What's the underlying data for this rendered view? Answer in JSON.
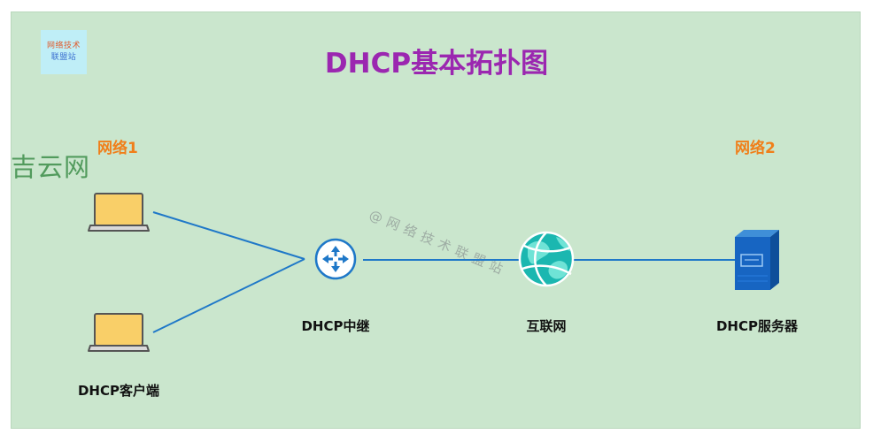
{
  "title": "DHCP基本拓扑图",
  "logo": {
    "line1": "网络技术",
    "line2": "联盟站"
  },
  "watermarks": {
    "left": "吉云网",
    "center": "@网络技术联盟站"
  },
  "networks": {
    "left": "网络1",
    "right": "网络2"
  },
  "nodes": {
    "client": "DHCP客户端",
    "relay": "DHCP中继",
    "internet": "互联网",
    "server": "DHCP服务器"
  },
  "colors": {
    "title": "#9b27b0",
    "network_label": "#f07f1a",
    "link": "#1f78c8",
    "background": "#cae6cd"
  }
}
